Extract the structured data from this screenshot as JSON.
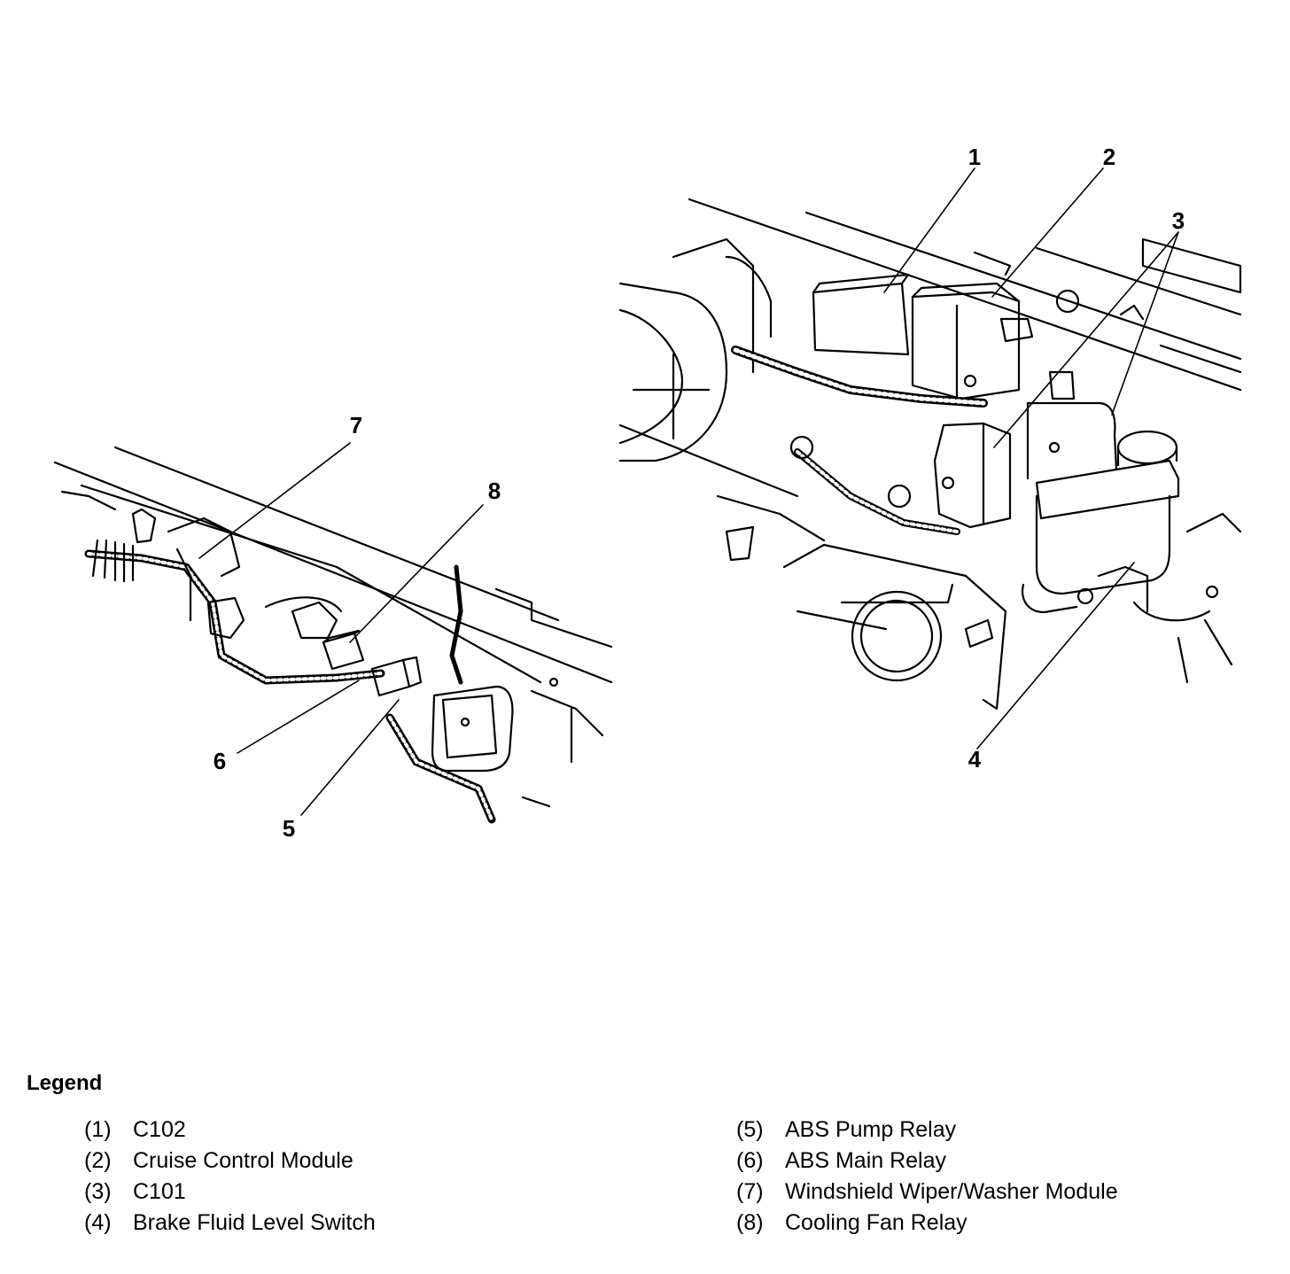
{
  "callouts": {
    "c1": "1",
    "c2": "2",
    "c3": "3",
    "c4": "4",
    "c5": "5",
    "c6": "6",
    "c7": "7",
    "c8": "8"
  },
  "legend": {
    "title": "Legend",
    "left": [
      {
        "num": "(1)",
        "text": "C102"
      },
      {
        "num": "(2)",
        "text": "Cruise Control Module"
      },
      {
        "num": "(3)",
        "text": "C101"
      },
      {
        "num": "(4)",
        "text": "Brake Fluid Level Switch"
      }
    ],
    "right": [
      {
        "num": "(5)",
        "text": "ABS Pump Relay"
      },
      {
        "num": "(6)",
        "text": "ABS Main Relay"
      },
      {
        "num": "(7)",
        "text": "Windshield Wiper/Washer Module"
      },
      {
        "num": "(8)",
        "text": "Cooling Fan Relay"
      }
    ]
  }
}
